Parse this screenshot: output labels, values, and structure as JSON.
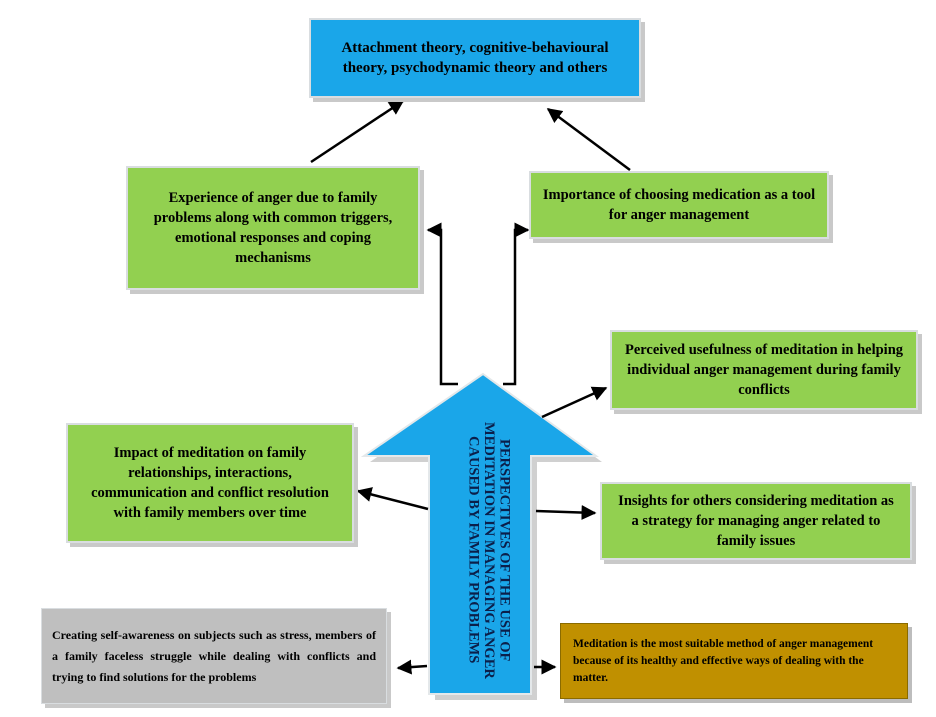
{
  "boxes": {
    "theories": "Attachment theory, cognitive-behavioural theory, psychodynamic theory and others",
    "experience": "Experience of anger due to family problems along with common triggers, emotional responses and coping mechanisms",
    "importance": "Importance of choosing medication as a tool for anger management",
    "usefulness": "Perceived usefulness of meditation in helping individual anger management during family conflicts",
    "impact": "Impact of meditation on family relationships, interactions, communication and conflict resolution with family members over time",
    "insights": "Insights for others considering meditation as a strategy for managing anger related to family issues",
    "self_awareness": "Creating self-awareness on subjects such as stress, members of a family faceless struggle while dealing with conflicts and trying to find solutions for the problems",
    "meditation_method": "Meditation is the most suitable method of anger management because of its healthy and effective ways of dealing with the matter."
  },
  "central_arrow": {
    "label": "PERSPECTIVES OF THE USE OF MEDITATION IN MANAGING ANGER CAUSED BY FAMILY PROBLEMS"
  },
  "colors": {
    "blue_box": "#1aa6e9",
    "green_box": "#92d050",
    "gray_box": "#bfbfbf",
    "gold_box": "#c09000",
    "central_arrow_fill": "#1aa6e9"
  }
}
